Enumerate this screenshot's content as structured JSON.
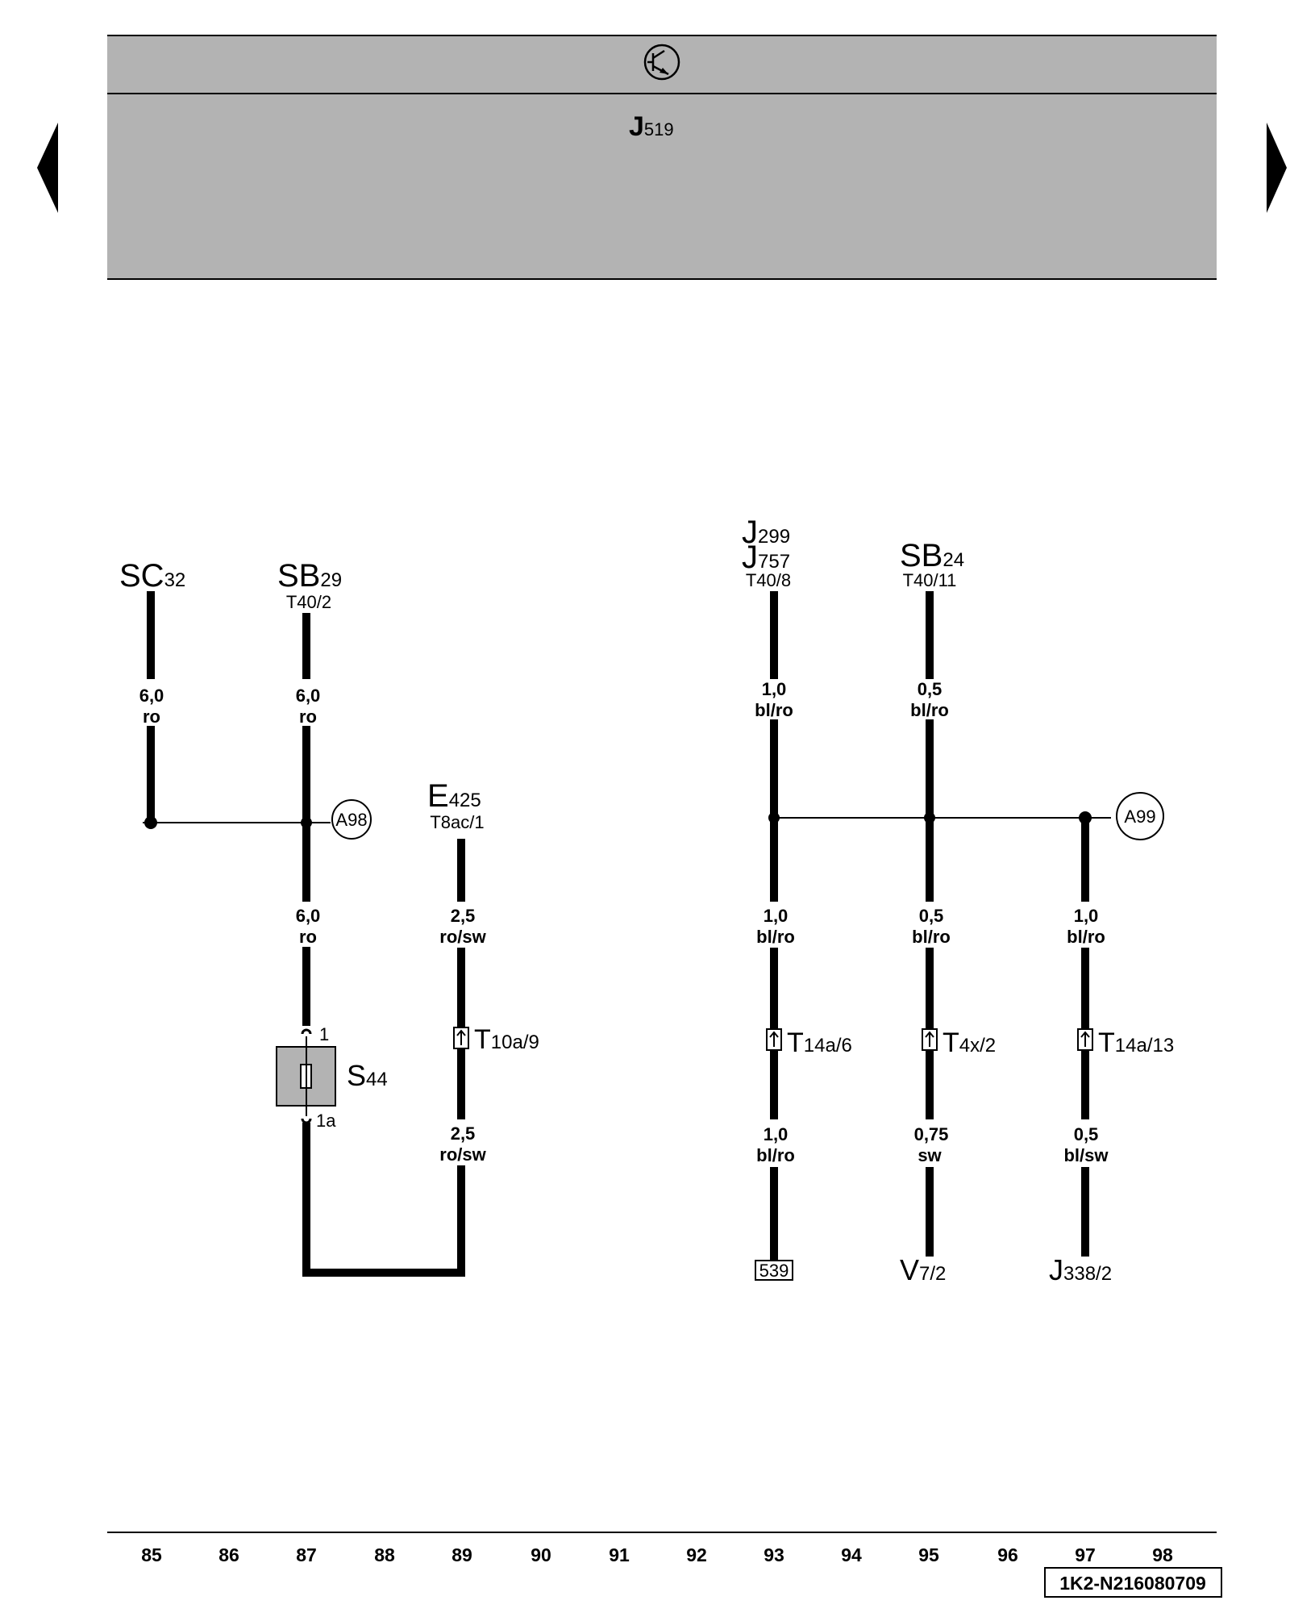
{
  "header": {
    "symbol_name": "transistor-symbol-icon",
    "control_unit": {
      "main": "J",
      "sub": "519"
    },
    "nav_prev": "left-triangle-icon",
    "nav_next": "right-triangle-icon"
  },
  "components": [
    {
      "id": "sc32",
      "main": "SC",
      "sub": "32",
      "pin": ""
    },
    {
      "id": "sb29",
      "main": "SB",
      "sub": "29",
      "pin": "T40/2"
    },
    {
      "id": "e425",
      "main": "E",
      "sub": "425",
      "pin": "T8ac/1"
    },
    {
      "id": "j299",
      "main": "J",
      "sub": "299",
      "pin": ""
    },
    {
      "id": "j757",
      "main": "J",
      "sub": "757",
      "pin": "T40/8"
    },
    {
      "id": "sb24",
      "main": "SB",
      "sub": "24",
      "pin": "T40/11"
    },
    {
      "id": "s44",
      "main": "S",
      "sub": "44",
      "pin": ""
    }
  ],
  "fuse_pins": {
    "top": "1",
    "bottom": "1a"
  },
  "connection_points": [
    "A98",
    "A99"
  ],
  "connectors": [
    {
      "id": "t10a9",
      "main": "T",
      "sub": "10a/9"
    },
    {
      "id": "t14a6",
      "main": "T",
      "sub": "14a/6"
    },
    {
      "id": "t4x2",
      "main": "T",
      "sub": "4x/2"
    },
    {
      "id": "t14a13",
      "main": "T",
      "sub": "14a/13"
    }
  ],
  "wire_labels": [
    {
      "id": "w1",
      "size": "6,0",
      "color": "ro"
    },
    {
      "id": "w2",
      "size": "6,0",
      "color": "ro"
    },
    {
      "id": "w3",
      "size": "6,0",
      "color": "ro"
    },
    {
      "id": "w4",
      "size": "2,5",
      "color": "ro/sw"
    },
    {
      "id": "w5",
      "size": "2,5",
      "color": "ro/sw"
    },
    {
      "id": "w6",
      "size": "1,0",
      "color": "bl/ro"
    },
    {
      "id": "w7",
      "size": "0,5",
      "color": "bl/ro"
    },
    {
      "id": "w8",
      "size": "1,0",
      "color": "bl/ro"
    },
    {
      "id": "w9",
      "size": "0,5",
      "color": "bl/ro"
    },
    {
      "id": "w10",
      "size": "1,0",
      "color": "bl/ro"
    },
    {
      "id": "w11",
      "size": "1,0",
      "color": "bl/ro"
    },
    {
      "id": "w12",
      "size": "0,75",
      "color": "sw"
    },
    {
      "id": "w13",
      "size": "0,5",
      "color": "bl/sw"
    }
  ],
  "terminals": [
    {
      "id": "ref539",
      "text": "539"
    },
    {
      "id": "v72",
      "main": "V",
      "sub": "7/2"
    },
    {
      "id": "j3382",
      "main": "J",
      "sub": "338/2"
    }
  ],
  "columns": [
    "85",
    "86",
    "87",
    "88",
    "89",
    "90",
    "91",
    "92",
    "93",
    "94",
    "95",
    "96",
    "97",
    "98"
  ],
  "diagram_id": "1K2-N216080709"
}
